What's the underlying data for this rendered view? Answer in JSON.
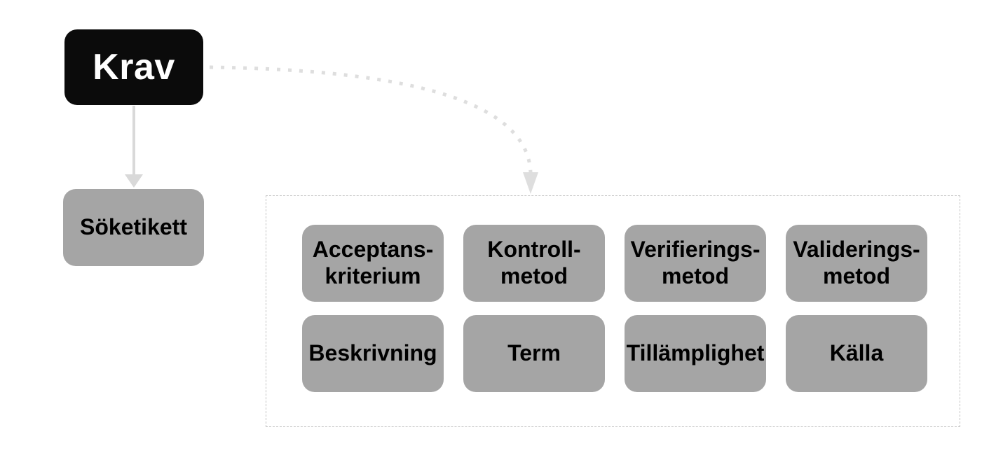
{
  "background": "#ffffff",
  "nodes": {
    "krav": {
      "label": "Krav",
      "fill": "#0b0b0b",
      "text_color": "#ffffff"
    },
    "soketikett": {
      "label": "Söketikett",
      "fill": "#a5a5a5",
      "text_color": "#000000"
    },
    "attribute_group": {
      "row1": [
        {
          "label": "Acceptans-kriterium"
        },
        {
          "label": "Kontroll-metod"
        },
        {
          "label": "Verifierings-metod"
        },
        {
          "label": "Validerings-metod"
        }
      ],
      "row2": [
        {
          "label": "Beskrivning"
        },
        {
          "label": "Term"
        },
        {
          "label": "Tillämplighet"
        },
        {
          "label": "Källa"
        }
      ]
    }
  },
  "connectors": {
    "krav_to_soketikett": {
      "style": "solid",
      "color": "#d9d9d9"
    },
    "krav_to_group": {
      "style": "dotted",
      "color": "#dedede"
    },
    "group_border_color": "#c3c3c3"
  }
}
